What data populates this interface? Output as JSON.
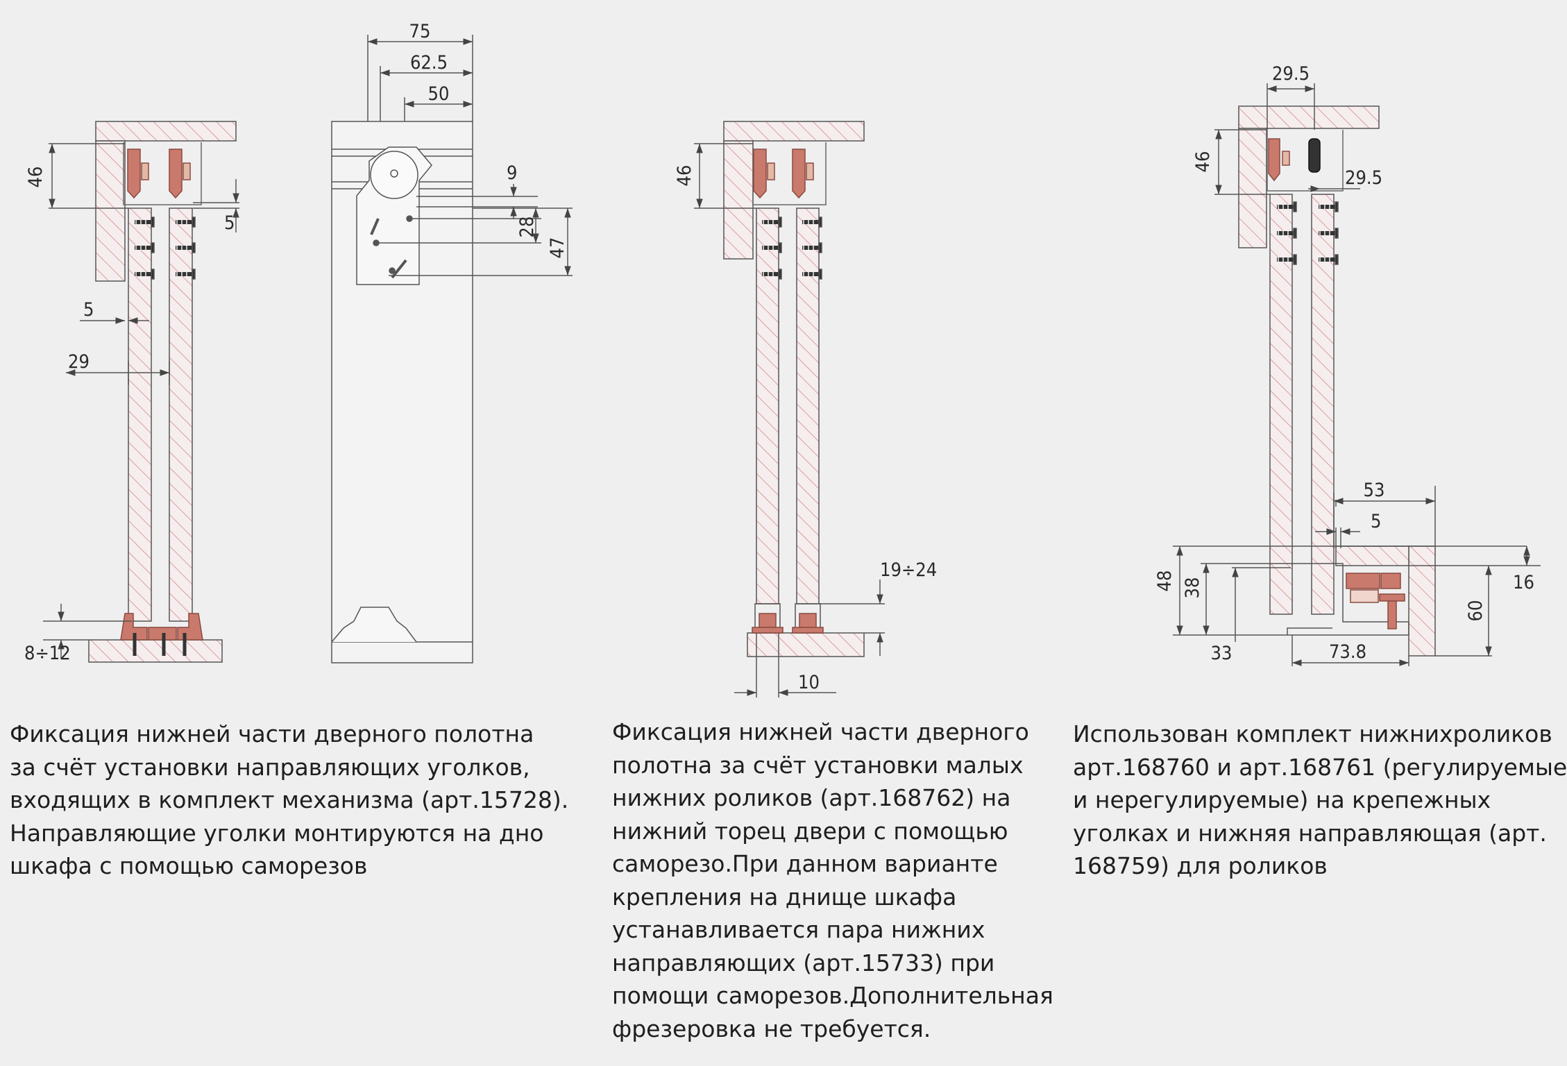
{
  "diagram_1": {
    "dims": {
      "d46": "46",
      "d5_top": "5",
      "d5_left": "5",
      "d29": "29",
      "d8_12": "8÷12"
    },
    "caption_lines": [
      "Фиксация нижней части дверного полотна",
      "за счёт установки направляющих уголков,",
      "входящих в комплект механизма (арт.15728).",
      "Направляющие уголки монтируются на дно",
      "шкафа с помощью саморезов"
    ]
  },
  "diagram_2": {
    "dims": {
      "d75": "75",
      "d62_5": "62.5",
      "d50": "50",
      "d9": "9",
      "d28": "28",
      "d47": "47"
    }
  },
  "diagram_3": {
    "dims": {
      "d46": "46",
      "d19_24": "19÷24",
      "d10": "10"
    },
    "caption_lines": [
      "Фиксация нижней части дверного",
      "полотна за счёт установки малых",
      "нижних роликов (арт.168762) на",
      "нижний торец двери с помощью",
      "саморезо.При данном варианте",
      "крепления на днище шкафа",
      "устанавливается пара нижних",
      "направляющих (арт.15733) при",
      "помощи саморезов.Дополнительная",
      "фрезеровка не требуется."
    ]
  },
  "diagram_4": {
    "dims": {
      "d29_5_top": "29.5",
      "d29_5_right": "29.5",
      "d46": "46",
      "d53": "53",
      "d5": "5",
      "d48": "48",
      "d38": "38",
      "d33": "33",
      "d73_8": "73.8",
      "d60": "60",
      "d16": "16"
    },
    "caption_lines": [
      "Использован комплект нижнихроликов",
      "арт.168760 и арт.168761 (регулируемые",
      "и нерегулируемые) на крепежных",
      "уголках и нижняя направляющая (арт.",
      "168759) для роликов"
    ]
  },
  "colors": {
    "hatch": "#d08a8a",
    "roller": "#c97a6c",
    "line": "#555555",
    "background": "#efeff0"
  }
}
